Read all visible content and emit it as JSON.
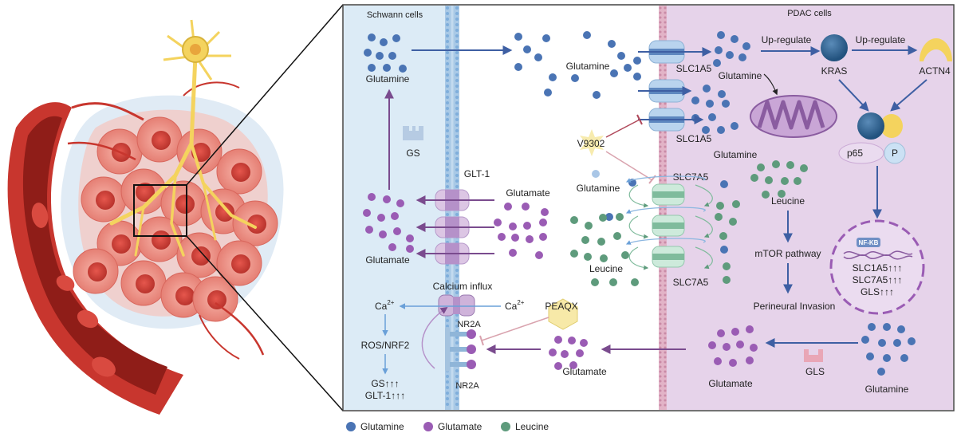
{
  "colors": {
    "glutamine": "#4a74b4",
    "glutamate": "#9a5cb4",
    "leucine": "#5e9b7c",
    "schwann_bg": "#dcebf6",
    "pdac_bg": "#e6d3ea",
    "mid_bg": "#ffffff",
    "arrow_blue": "#3e5fa3",
    "arrow_purple": "#7a4b8e",
    "inhibit_red": "#b0485a",
    "vessel": "#c8362e",
    "tumor": "#e8837a",
    "nerve": "#f4d35e"
  },
  "regions": {
    "schwann": "Schwann cells",
    "pdac": "PDAC cells"
  },
  "labels": {
    "glutamine_s": "Glutamine",
    "gs": "GS",
    "glt1": "GLT-1",
    "glutamate_left": "Glutamate",
    "glutamate_mid": "Glutamate",
    "calcium_influx": "Calcium influx",
    "ca_left": "Ca",
    "ca_right": "Ca",
    "ca_sup": "2+",
    "ros": "ROS/NRF2",
    "gs_up": "GS↑↑↑",
    "glt1_up": "GLT-1↑↑↑",
    "nr2a_top": "NR2A",
    "nr2a_bottom": "NR2A",
    "peaqx": "PEAQX",
    "glutamate_low": "Glutamate",
    "glutamine_mid": "Glutamine",
    "v9302": "V9302",
    "slc1a5_top": "SLC1A5",
    "slc1a5_mid": "SLC1A5",
    "slc7a5_top": "SLC7A5",
    "slc7a5_bottom": "SLC7A5",
    "glutamine_small": "Glutamine",
    "leucine_mid": "Leucine",
    "glutamine_pdac1": "Glutamine",
    "glutamine_pdac2": "Glutamine",
    "upregulate1": "Up-regulate",
    "upregulate2": "Up-regulate",
    "kras": "KRAS",
    "actn4": "ACTN4",
    "p65": "p65",
    "p": "P",
    "nfkb": "NF-KB",
    "slc1a5_up": "SLC1A5↑↑↑",
    "slc7a5_up": "SLC7A5↑↑↑",
    "gls_up": "GLS↑↑↑",
    "leucine_pdac": "Leucine",
    "mtor": "mTOR pathway",
    "pni": "Perineural Invasion",
    "glutamate_pdac": "Glutamate",
    "gls": "GLS",
    "glutamine_pdac3": "Glutamine"
  },
  "legend": [
    {
      "name": "Glutamine",
      "color": "#4a74b4"
    },
    {
      "name": "Glutamate",
      "color": "#9a5cb4"
    },
    {
      "name": "Leucine",
      "color": "#5e9b7c"
    }
  ]
}
